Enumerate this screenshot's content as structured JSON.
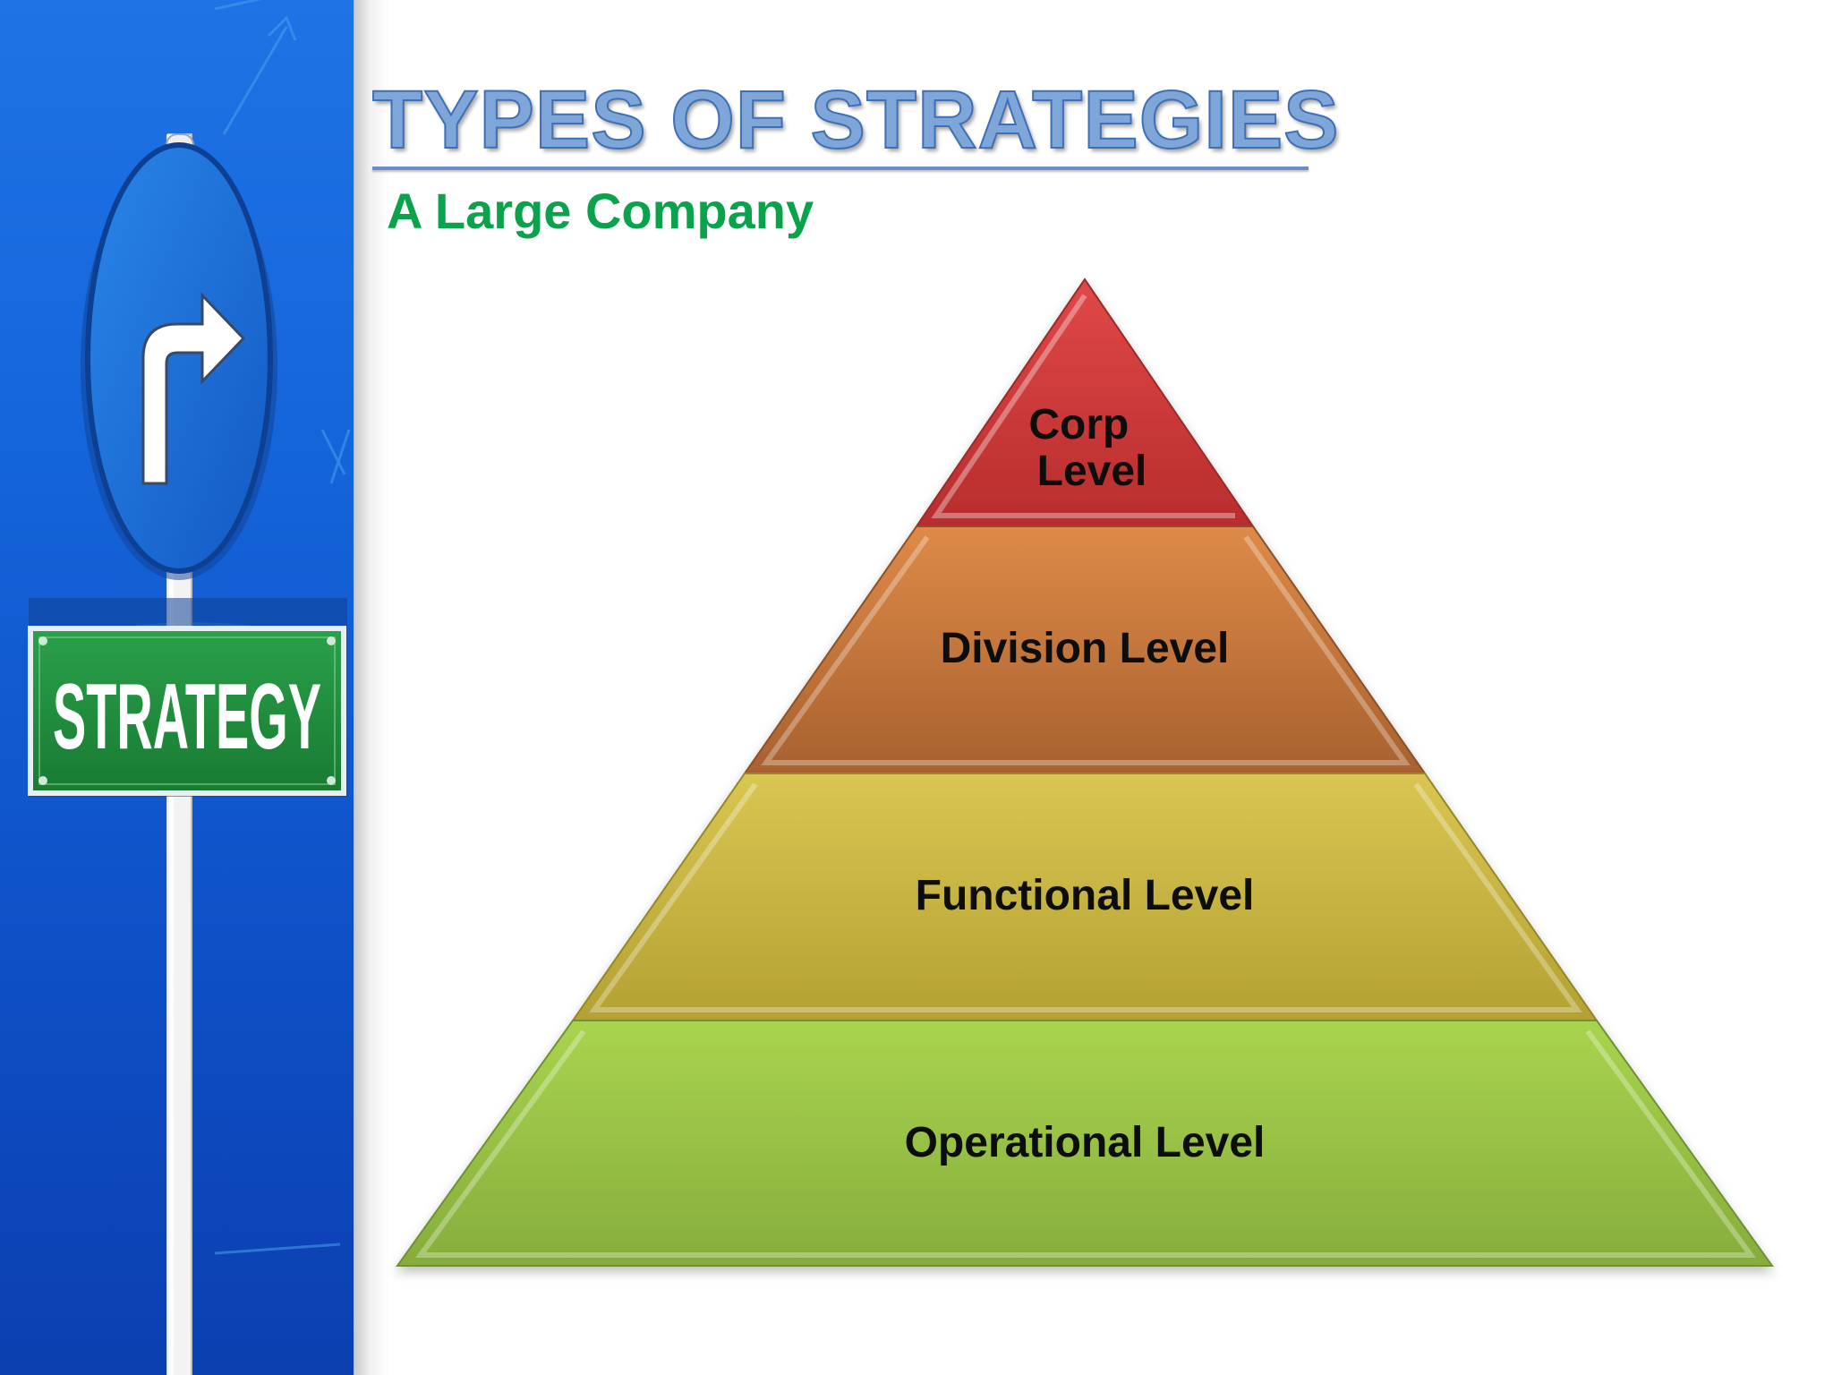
{
  "slide": {
    "title": "TYPES OF STRATEGIES",
    "subtitle": "A Large Company"
  },
  "sidebar": {
    "sign_text": "STRATEGY",
    "icons": [
      "right-turn-arrow-icon",
      "strategy-road-sign"
    ]
  },
  "pyramid": {
    "tiers": [
      {
        "lines": [
          "Corp",
          "Level"
        ],
        "color": "#cf3b3b"
      },
      {
        "lines": [
          "Division Level"
        ],
        "color": "#c8733c"
      },
      {
        "lines": [
          "Functional Level"
        ],
        "color": "#c9b63f"
      },
      {
        "lines": [
          "Operational Level"
        ],
        "color": "#9cc648"
      }
    ]
  },
  "colors": {
    "sidebar_blue": "#1566db",
    "title_blue": "#7fa6d8",
    "subtitle_green": "#0aa24a",
    "sign_green": "#1f8a3c"
  }
}
